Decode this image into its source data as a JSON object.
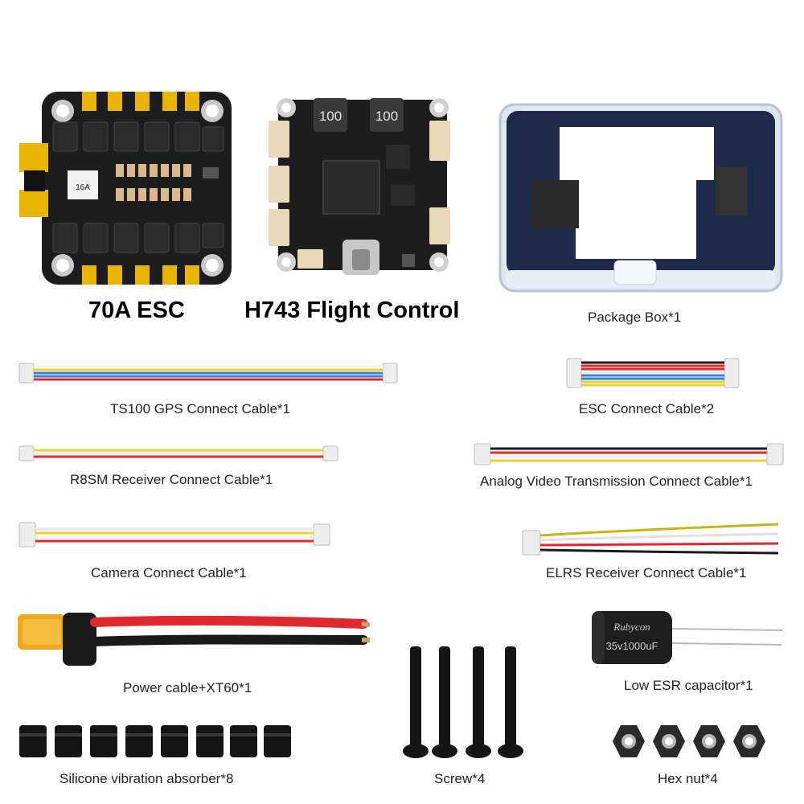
{
  "titles": {
    "esc": "70A ESC",
    "fc": "H743 Flight Control"
  },
  "board_marks": {
    "esc_chip": "16A",
    "fc_inductor_1": "100",
    "fc_inductor_2": "100"
  },
  "items": {
    "package_box": "Package Box*1",
    "ts100_cable": "TS100 GPS Connect Cable*1",
    "esc_cable": "ESC Connect Cable*2",
    "r8sm_cable": "R8SM Receiver Connect Cable*1",
    "analog_vtx_cable": "Analog Video Transmission Connect Cable*1",
    "camera_cable": "Camera Connect Cable*1",
    "elrs_cable": "ELRS Receiver Connect Cable*1",
    "power_cable": "Power cable+XT60*1",
    "capacitor": "Low ESR capacitor*1",
    "absorber": "Silicone vibration absorber*8",
    "screw": "Screw*4",
    "hex_nut": "Hex nut*4"
  },
  "capacitor_marks": {
    "brand": "Rubycon",
    "rating": "35v1000uF"
  },
  "colors": {
    "pcb": "#1d1d1d",
    "pad_gold": "#e8b400",
    "connector_beige": "#ead9b8",
    "wire_red": "#e0292e",
    "wire_black": "#1a1a1a",
    "wire_yellow": "#e8d233",
    "wire_white": "#e8e8e8",
    "wire_blue": "#3d7fd6",
    "xt60_yellow": "#f0a81c"
  }
}
